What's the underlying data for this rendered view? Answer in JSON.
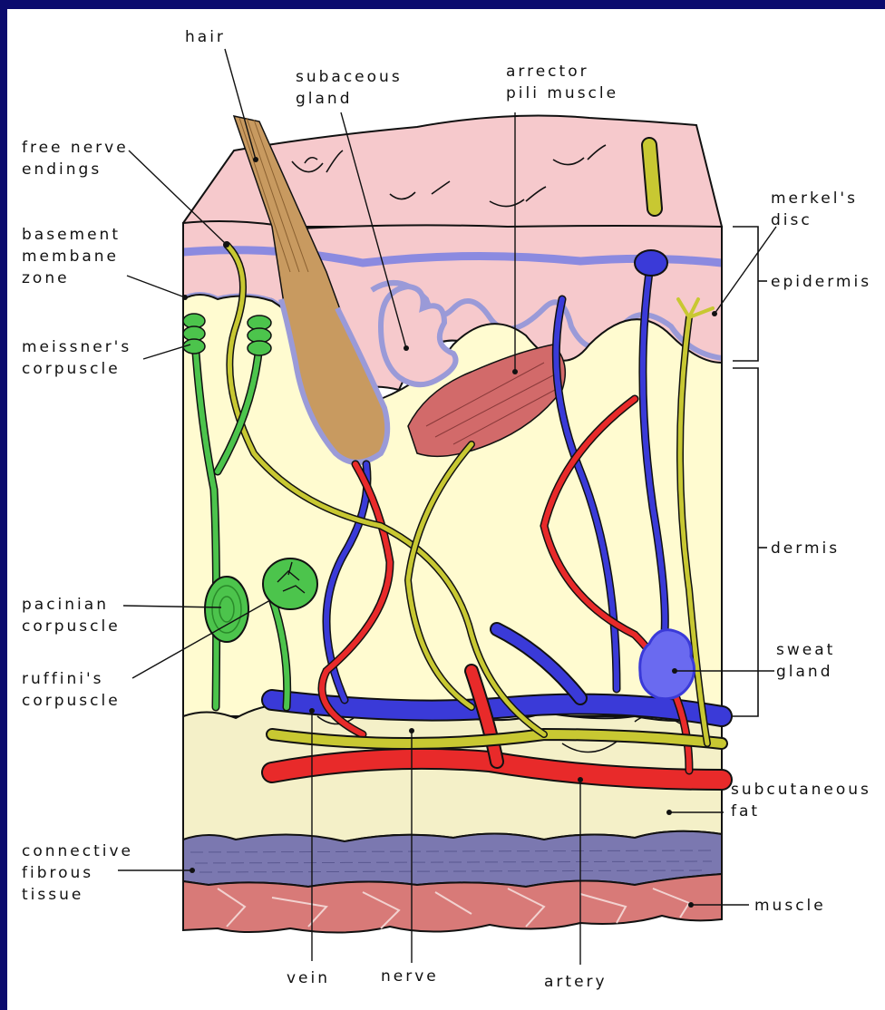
{
  "labels": {
    "hair": "hair",
    "sebaceous_1": "subaceous",
    "sebaceous_2": "gland",
    "arrector_1": "arrector",
    "arrector_2": "pili muscle",
    "free_nerve_1": "free nerve",
    "free_nerve_2": "endings",
    "merkel_1": "merkel's",
    "merkel_2": "disc",
    "basement_1": "basement",
    "basement_2": "membane",
    "basement_3": "zone",
    "epidermis": "epidermis",
    "meissner_1": "meissner's",
    "meissner_2": "corpuscle",
    "dermis": "dermis",
    "pacinian_1": "pacinian",
    "pacinian_2": "corpuscle",
    "sweat_1": "sweat",
    "sweat_2": "gland",
    "ruffini_1": "ruffini's",
    "ruffini_2": "corpuscle",
    "subcut_1": "subcutaneous",
    "subcut_2": "fat",
    "connective_1": "connective",
    "connective_2": "fibrous",
    "connective_3": "tissue",
    "muscle": "muscle",
    "vein": "vein",
    "nerve": "nerve",
    "artery": "artery"
  },
  "colors": {
    "background": "#0b0b6e",
    "epidermis": "#f6c9cc",
    "dermis": "#fffbd0",
    "fat": "#f4f0c8",
    "connective": "#7b78b0",
    "muscle": "#d87a78",
    "artery": "#e82a2a",
    "vein": "#3a3ad8",
    "nerve": "#c8c832",
    "corpuscle": "#4cc44c",
    "hair": "#c89a60"
  }
}
